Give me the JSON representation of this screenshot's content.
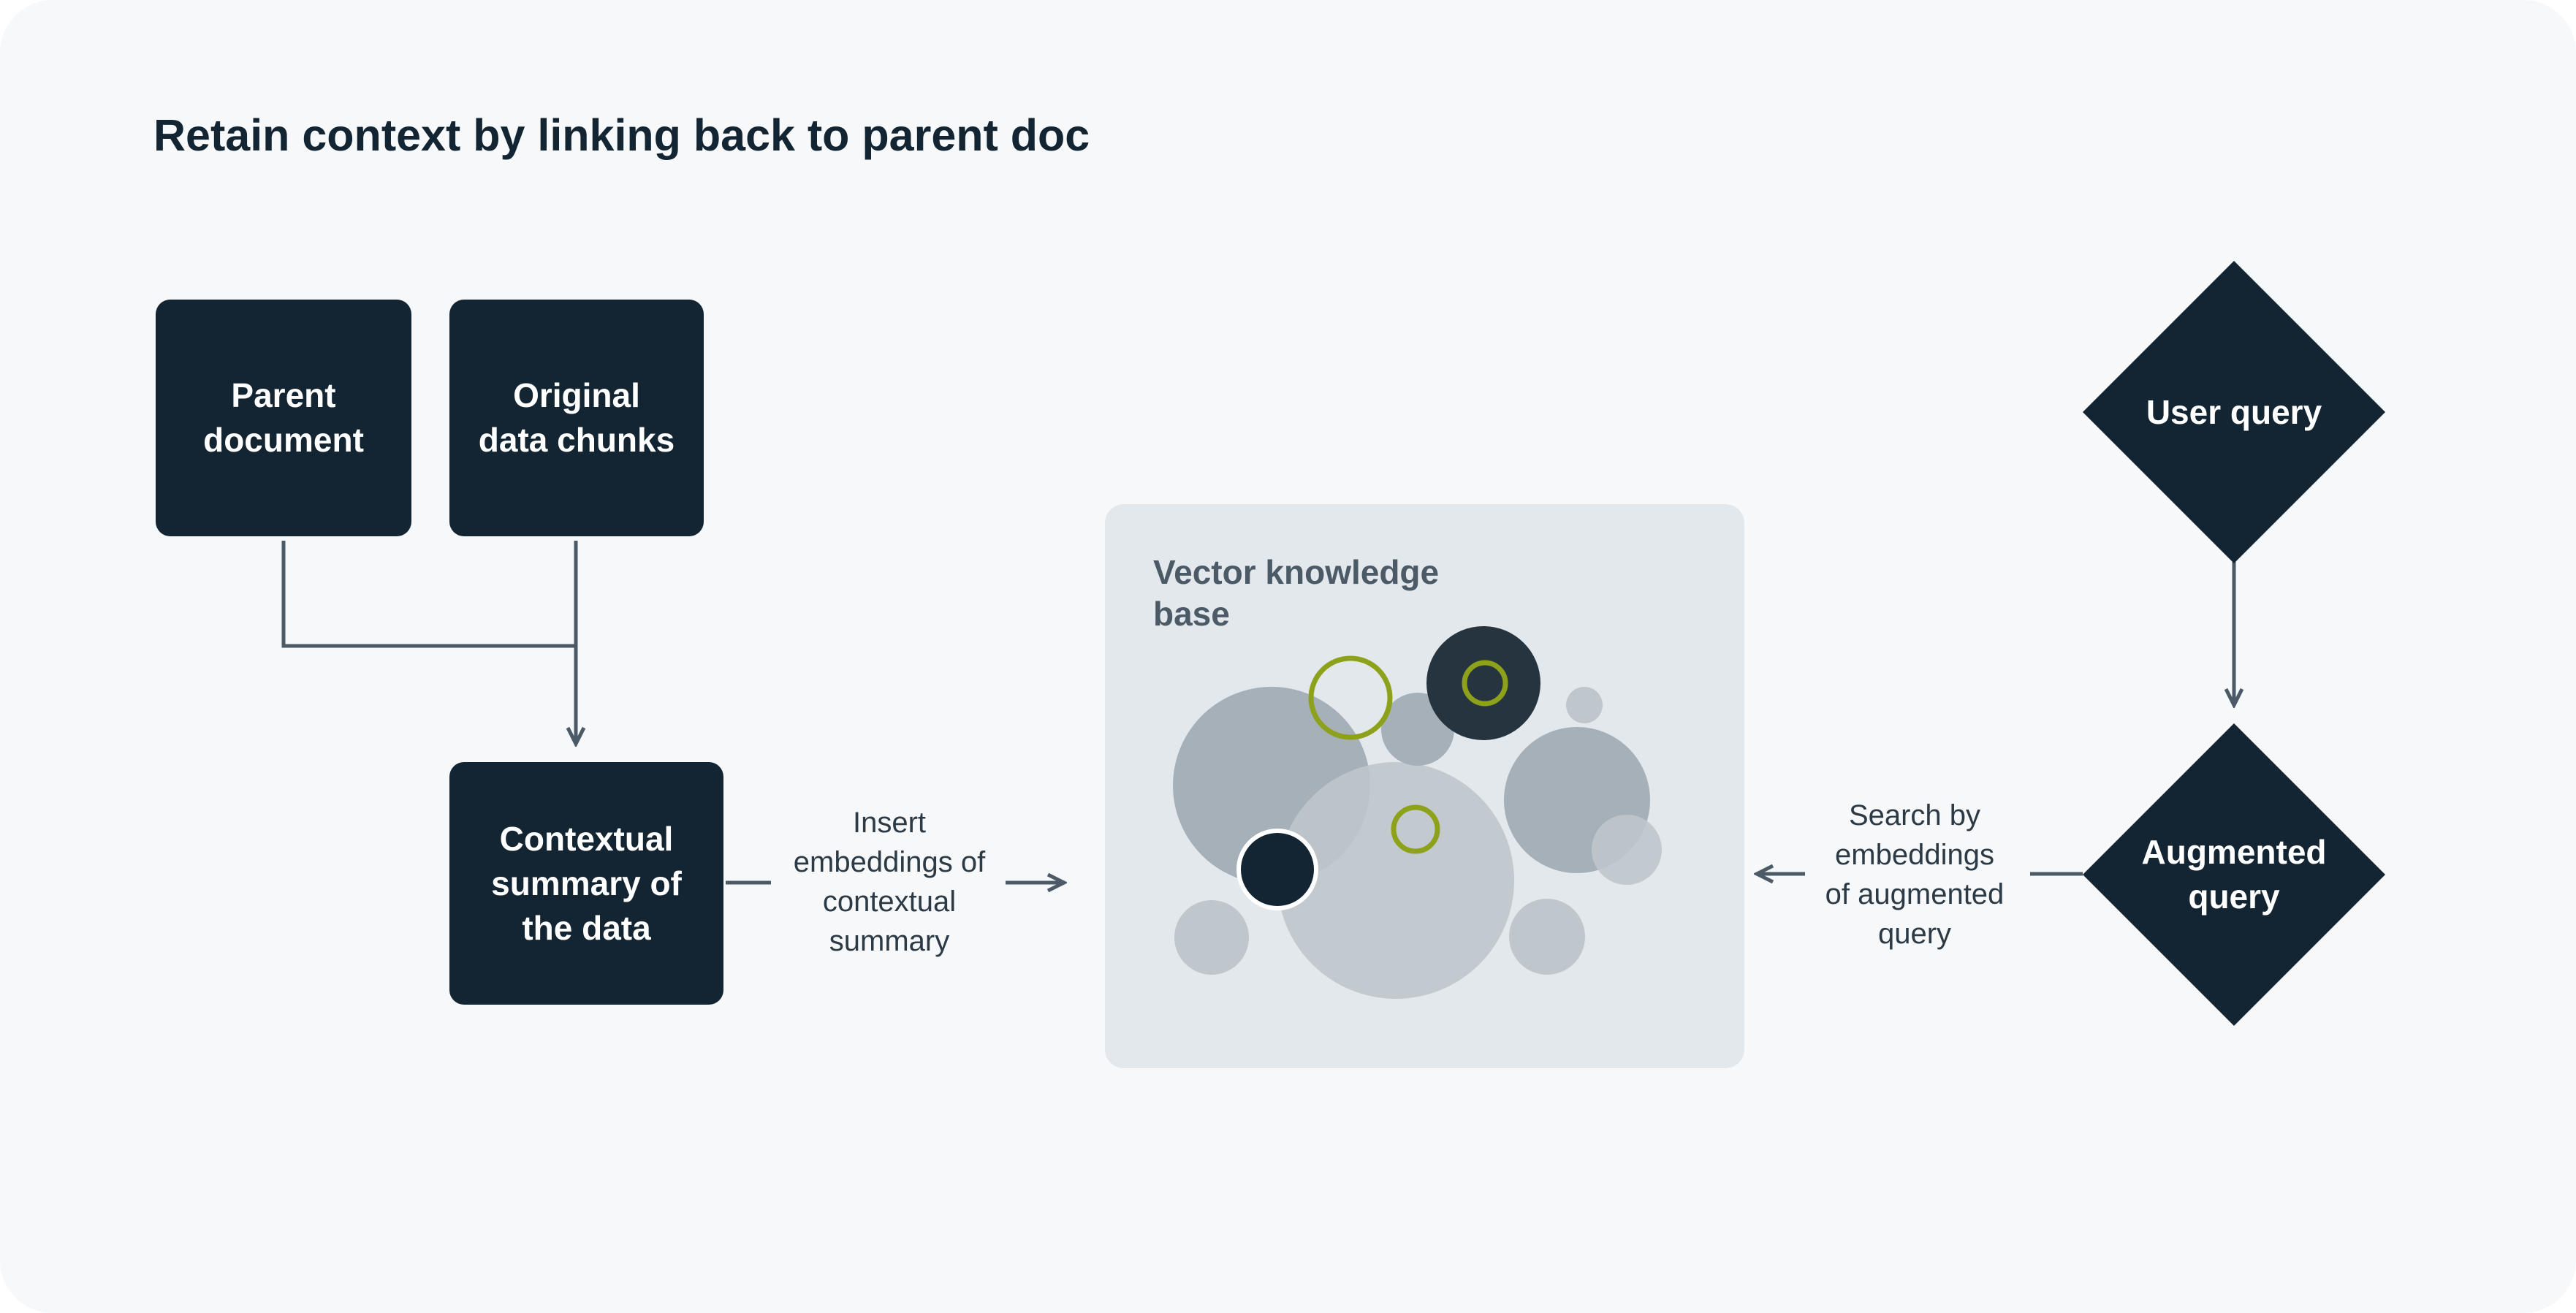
{
  "title": "Retain context by linking back to parent doc",
  "nodes": {
    "parent_document": "Parent\ndocument",
    "original_data_chunks": "Original\ndata chunks",
    "contextual_summary": "Contextual\nsummary of\nthe data",
    "user_query": "User query",
    "augmented_query": "Augmented\nquery"
  },
  "knowledge_base": {
    "title": "Vector knowledge\nbase"
  },
  "edges": {
    "insert_label": "Insert\nembeddings of\ncontextual\nsummary",
    "search_label": "Search by\nembeddings\nof augmented\nquery"
  },
  "colors": {
    "node_fill": "#132532",
    "background": "#f6f8fa",
    "knowledge_base_fill": "#e3e8ec",
    "connector": "#4b5a66",
    "accent_green": "#8da11a",
    "bubble_gray": "#a6b0b9",
    "bubble_light": "#bfc6cc"
  }
}
